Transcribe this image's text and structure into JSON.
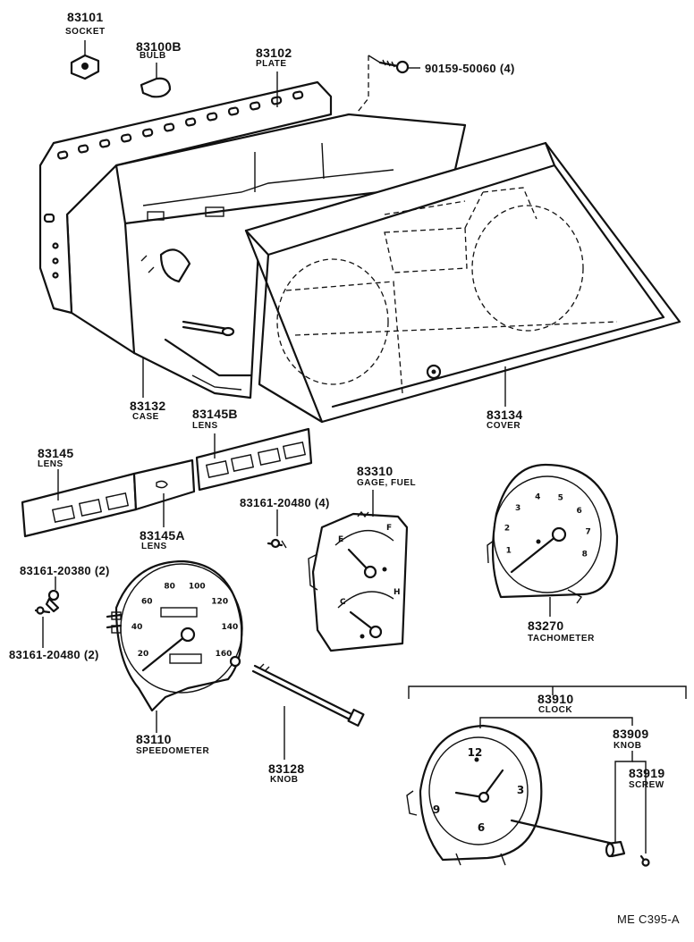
{
  "parts": {
    "socket": {
      "number": "83101",
      "name": "SOCKET"
    },
    "bulb": {
      "number": "83100B",
      "name": "BULB"
    },
    "plate": {
      "number": "83102",
      "name": "PLATE"
    },
    "cover_screw": {
      "number": "90159-50060 (4)"
    },
    "case": {
      "number": "83132",
      "name": "CASE"
    },
    "cover": {
      "number": "83134",
      "name": "COVER"
    },
    "lens_b": {
      "number": "83145B",
      "name": "LENS"
    },
    "lens": {
      "number": "83145",
      "name": "LENS"
    },
    "lens_a": {
      "number": "83145A",
      "name": "LENS"
    },
    "fuel_gage": {
      "number": "83310",
      "name": "GAGE, FUEL"
    },
    "gage_screw": {
      "number": "83161-20480 (4)"
    },
    "tachometer": {
      "number": "83270",
      "name": "TACHOMETER"
    },
    "speedo_screw_a": {
      "number": "83161-20380 (2)"
    },
    "speedo_screw_b": {
      "number": "83161-20480 (2)"
    },
    "speedometer": {
      "number": "83110",
      "name": "SPEEDOMETER"
    },
    "knob": {
      "number": "83128",
      "name": "KNOB"
    },
    "clock": {
      "number": "83910",
      "name": "CLOCK"
    },
    "clock_knob": {
      "number": "83909",
      "name": "KNOB"
    },
    "clock_screw": {
      "number": "83919",
      "name": "SCREW"
    }
  },
  "speedometer_dial": [
    "20",
    "40",
    "60",
    "80",
    "100",
    "120",
    "140",
    "160"
  ],
  "tachometer_dial": [
    "1",
    "2",
    "3",
    "4",
    "5",
    "6",
    "7",
    "8"
  ],
  "fuel_dial": {
    "empty": "E",
    "full": "F",
    "cold": "C",
    "hot": "H"
  },
  "clock_dial": [
    "12",
    "3",
    "6",
    "9"
  ],
  "footer_code": "ME  C395-A"
}
